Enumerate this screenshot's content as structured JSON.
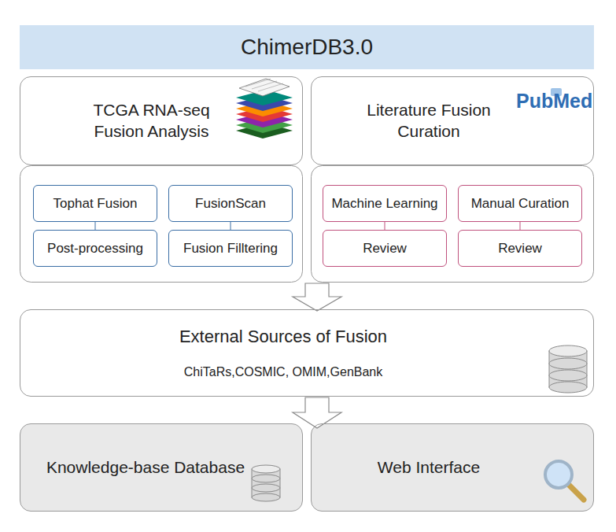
{
  "diagram": {
    "title": "ChimerDB3.0",
    "nodes": [
      {
        "text": [
          "TCGA RNA-seq Fusion Analysis"
        ]
      },
      {
        "text": [
          "Literature Fusion Curation"
        ]
      },
      {
        "text": [
          "Tophat Fusion"
        ]
      },
      {
        "text": [
          "FusionScan"
        ]
      },
      {
        "text": [
          "Post-processing"
        ]
      },
      {
        "text": [
          "Fusion Filltering"
        ]
      },
      {
        "text": [
          "Machine Learning"
        ]
      },
      {
        "text": [
          "Manual Curation"
        ]
      },
      {
        "text": [
          "Review"
        ]
      },
      {
        "text": [
          "Review"
        ]
      },
      {
        "text": [
          "External Sources of Fusion",
          "ChiTaRs,COSMIC, OMIM,GenBank"
        ]
      },
      {
        "text": [
          "Knowledge-base Database"
        ]
      },
      {
        "text": [
          "Web Interface"
        ]
      }
    ],
    "edges": [
      {
        "from": 2,
        "to": 4,
        "arrow": "none"
      },
      {
        "from": 3,
        "to": 5,
        "arrow": "none"
      },
      {
        "from": 6,
        "to": 8,
        "arrow": "none"
      },
      {
        "from": 7,
        "to": 9,
        "arrow": "none"
      }
    ],
    "labels": [
      "PubMed"
    ]
  }
}
